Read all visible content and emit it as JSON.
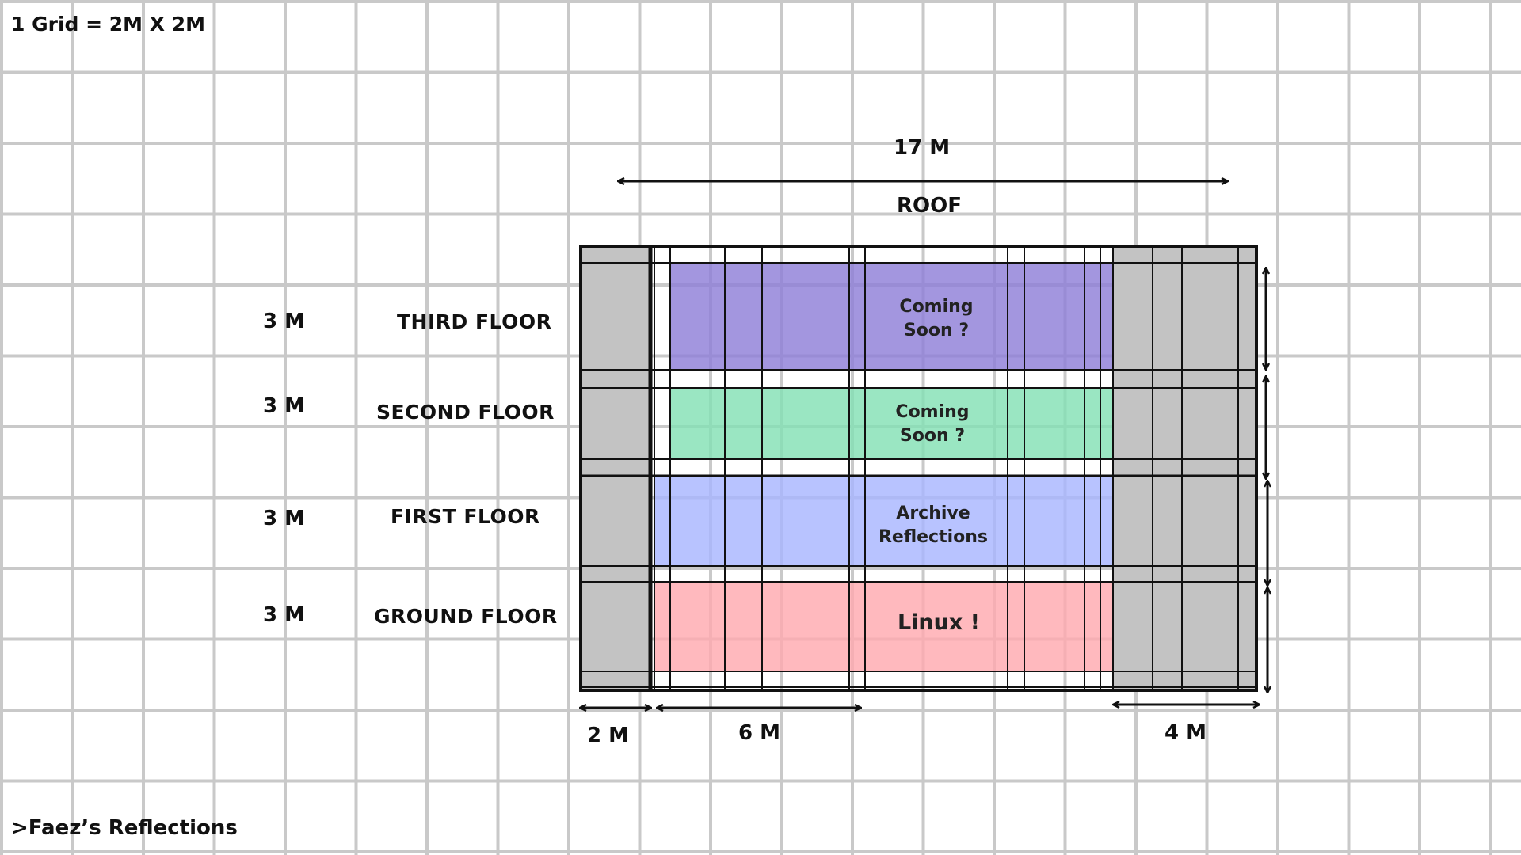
{
  "scale_note": "1 Grid = 2M X 2M",
  "credit": ">Faez’s Reflections",
  "top": {
    "width_label": "17 M",
    "roof_label": "ROOF"
  },
  "floors": [
    {
      "name": "THIRD FLOOR",
      "height": "3 M",
      "room": "Coming\nSoon ?",
      "color": "#8f7fd8"
    },
    {
      "name": "SECOND  FLOOR",
      "height": "3 M",
      "room": "Coming\nSoon ?",
      "color": "#84e0b4"
    },
    {
      "name": "FIRST  FLOOR",
      "height": "3 M",
      "room": "Archive\nReflections",
      "color": "#a8b6ff"
    },
    {
      "name": "GROUND FLOOR",
      "height": "3 M",
      "room": "Linux !",
      "color": "#ffaab0"
    }
  ],
  "bottom_dimensions": {
    "left": "2 M",
    "middle": "6 M",
    "right": "4 M"
  },
  "colors": {
    "side_block": "#c3c3c3",
    "outline": "#111111",
    "grid": "#c9c9c9"
  }
}
